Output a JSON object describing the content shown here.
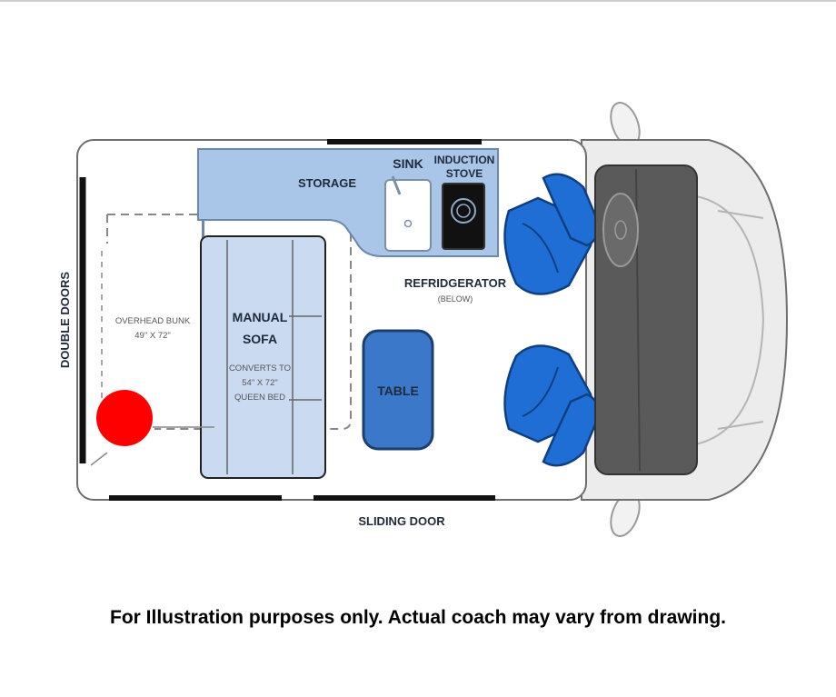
{
  "labels": {
    "storage": "STORAGE",
    "sink": "SINK",
    "induction_line1": "INDUCTION",
    "induction_line2": "STOVE",
    "refrigerator": "REFRIDGERATOR",
    "refrigerator_note": "(BELOW)",
    "manual_sofa_line1": "MANUAL",
    "manual_sofa_line2": "SOFA",
    "converts_line1": "CONVERTS TO",
    "converts_line2": "54\" X 72\"",
    "converts_line3": "QUEEN BED",
    "overhead_line1": "OVERHEAD BUNK",
    "overhead_line2": "49\" X 72\"",
    "table": "TABLE",
    "double_doors": "DOUBLE DOORS",
    "sliding_door": "SLIDING DOOR"
  },
  "disclaimer": "For Illustration purposes only.  Actual coach may vary from drawing.",
  "colors": {
    "storage": "#a9c5e8",
    "sofa": "#c9daf1",
    "table": "#3b78c9",
    "seat": "#1e6ed6",
    "dashboard": "#5a5a5a",
    "marker": "#ff0000"
  }
}
